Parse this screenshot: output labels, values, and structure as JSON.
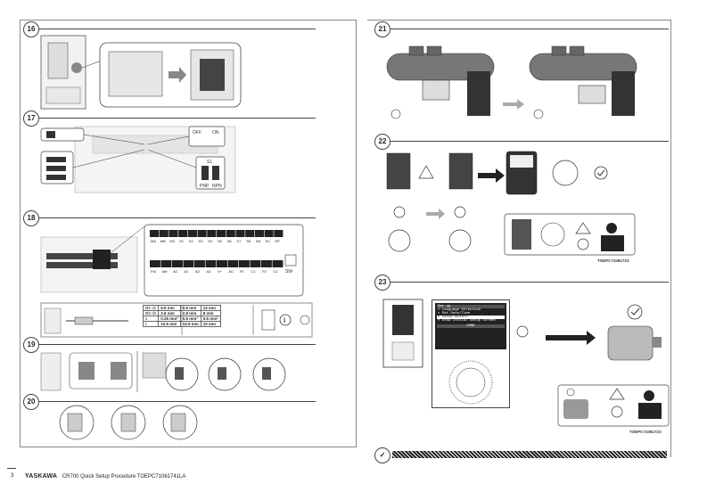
{
  "steps": {
    "s16": "16",
    "s17": "17",
    "s18": "18",
    "s19": "19",
    "s20": "20",
    "s21": "21",
    "s22": "22",
    "s23": "23"
  },
  "switch_labels": {
    "off": "OFF",
    "on": "ON",
    "s1": "S1",
    "pnp": "PNP",
    "npn": "NPN"
  },
  "terminal_rows": {
    "row1": [
      "MA",
      "MB",
      "MC",
      "S1",
      "S2",
      "S3",
      "S4",
      "S5",
      "S6",
      "S7",
      "S8",
      "SN",
      "SC",
      "SP"
    ],
    "row2": [
      "FM",
      "AM",
      "AC",
      "A1",
      "A2",
      "A3",
      "V+",
      "AC",
      "P1",
      "C1",
      "P2",
      "C2"
    ],
    "sw_label": "SW"
  },
  "wire_table": {
    "headers": [
      "",
      "",
      "",
      ""
    ],
    "rows": [
      [
        "Ø1 d1",
        "5.5 mm",
        "5.5 mm",
        "12 mm"
      ],
      [
        "Ø2 d2",
        "2.6 mm",
        "2.8 mm",
        "8 mm"
      ],
      [
        "s",
        "0.25 mm²",
        "0.5 mm²",
        "0.5 mm²"
      ],
      [
        "L",
        "12.5 mm",
        "12.5 mm",
        "10 mm"
      ]
    ]
  },
  "keypad_menu": {
    "header": "Set up",
    "items": [
      "Language Selection",
      "Set Date/Time",
      "Setup Wizard",
      "Show Initial Setup Screen"
    ],
    "footer": "HOME"
  },
  "codes": {
    "c22": "TOEPC71061723",
    "c23": "TOEPC71061723"
  },
  "footer": {
    "page": "3",
    "brand": "YASKAWA",
    "text": "CR700 Quick Setup Procedure  TOEPC71061741LA"
  }
}
